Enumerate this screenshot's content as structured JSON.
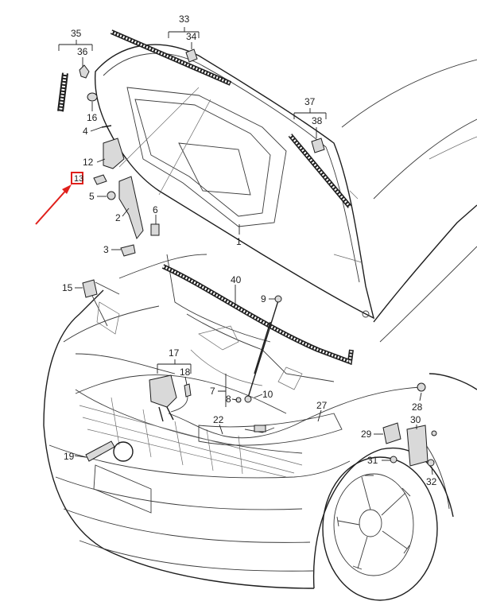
{
  "diagram": {
    "callouts": [
      {
        "id": "c1",
        "text": "1"
      },
      {
        "id": "c2",
        "text": "2"
      },
      {
        "id": "c3",
        "text": "3"
      },
      {
        "id": "c4",
        "text": "4"
      },
      {
        "id": "c5",
        "text": "5"
      },
      {
        "id": "c6",
        "text": "6"
      },
      {
        "id": "c7",
        "text": "7"
      },
      {
        "id": "c8",
        "text": "8"
      },
      {
        "id": "c9",
        "text": "9"
      },
      {
        "id": "c10",
        "text": "10"
      },
      {
        "id": "c12",
        "text": "12"
      },
      {
        "id": "c15",
        "text": "15"
      },
      {
        "id": "c16",
        "text": "16"
      },
      {
        "id": "c17",
        "text": "17"
      },
      {
        "id": "c18",
        "text": "18"
      },
      {
        "id": "c19",
        "text": "19"
      },
      {
        "id": "c22",
        "text": "22"
      },
      {
        "id": "c27",
        "text": "27"
      },
      {
        "id": "c28",
        "text": "28"
      },
      {
        "id": "c29",
        "text": "29"
      },
      {
        "id": "c30",
        "text": "30"
      },
      {
        "id": "c31",
        "text": "31"
      },
      {
        "id": "c32",
        "text": "32"
      },
      {
        "id": "c33",
        "text": "33"
      },
      {
        "id": "c34",
        "text": "34"
      },
      {
        "id": "c35",
        "text": "35"
      },
      {
        "id": "c36",
        "text": "36"
      },
      {
        "id": "c37",
        "text": "37"
      },
      {
        "id": "c38",
        "text": "38"
      },
      {
        "id": "c40",
        "text": "40"
      }
    ],
    "highlight": {
      "text": "13",
      "color": "#e0201c"
    },
    "colors": {
      "line": "#1e1e1e",
      "highlight": "#e0201c"
    }
  }
}
